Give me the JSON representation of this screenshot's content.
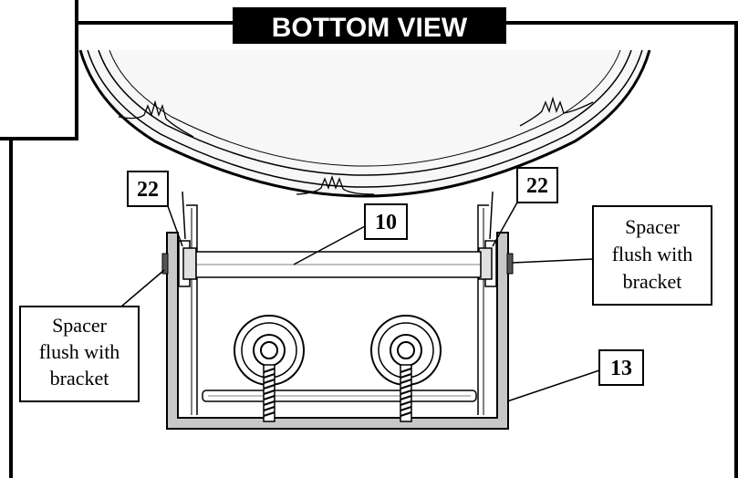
{
  "title": "BOTTOM VIEW",
  "callouts": {
    "left_22": "22",
    "right_22": "22",
    "label_10": "10",
    "label_13": "13"
  },
  "notes": {
    "left": [
      "Spacer",
      "flush with",
      "bracket"
    ],
    "right": [
      "Spacer",
      "flush with",
      "bracket"
    ]
  },
  "colors": {
    "ink": "#000000",
    "bracket_gray": "#c8c8c8",
    "drum_fill": "#f2f2f2"
  }
}
